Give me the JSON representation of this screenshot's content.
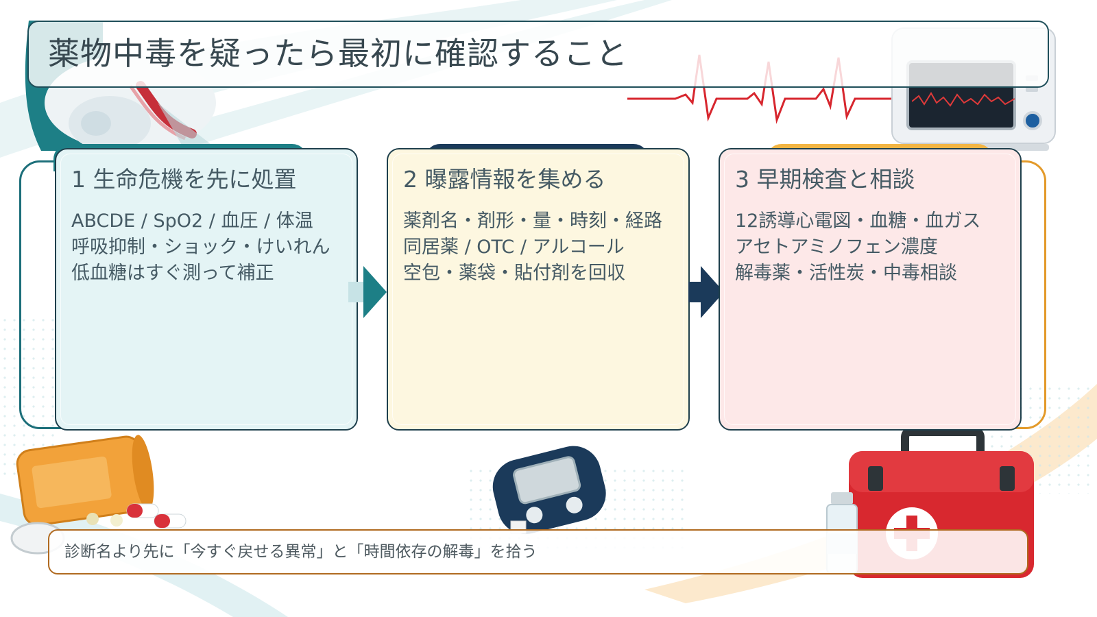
{
  "slide": {
    "title": "薬物中毒を疑ったら最初に確認すること"
  },
  "cards": [
    {
      "heading": "1 生命危機を先に処置",
      "lines": [
        "ABCDE / SpO2 / 血圧 / 体温",
        "呼吸抑制・ショック・けいれん",
        "低血糖はすぐ測って補正"
      ],
      "color": "#e4f4f5",
      "accent": "#1d6f7a"
    },
    {
      "heading": "2 曝露情報を集める",
      "lines": [
        "薬剤名・剤形・量・時刻・経路",
        "同居薬 / OTC / アルコール",
        "空包・薬袋・貼付剤を回収"
      ],
      "color": "#fdf7e0",
      "accent": "#1b3a5a"
    },
    {
      "heading": "3 早期検査と相談",
      "lines": [
        "12誘導心電図・血糖・血ガス",
        "アセトアミノフェン濃度",
        "解毒薬・活性炭・中毒相談"
      ],
      "color": "#fde8e8",
      "accent": "#e39a2a"
    }
  ],
  "note": {
    "text": "診断名より先に「今すぐ戻せる異常」と「時間依存の解毒」を拾う",
    "border_color": "#b06a20"
  },
  "colors": {
    "frame": "#1f4f5a",
    "teal": "#1d7f86",
    "navy": "#1b3a5a",
    "orange": "#e39a2a",
    "ecg_red": "#d7262e"
  },
  "icons": [
    "patient-airway-illustration",
    "vital-monitor-icon",
    "pill-bottle-icon",
    "glucose-meter-icon",
    "first-aid-kit-icon",
    "vial-icon"
  ]
}
